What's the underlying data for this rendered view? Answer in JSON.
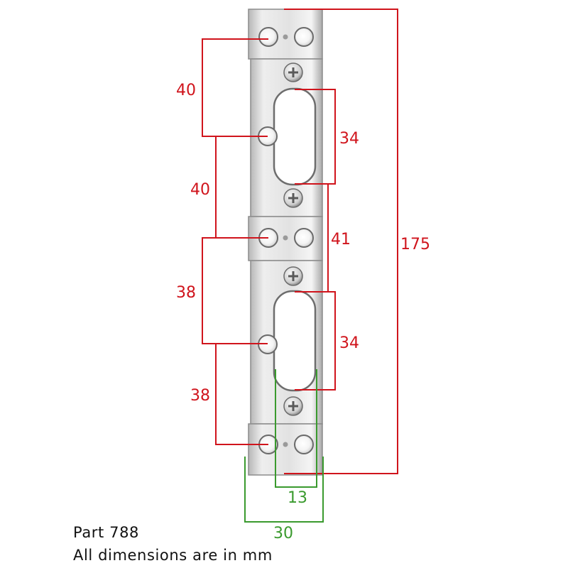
{
  "part_label": "Part 788",
  "units_note": "All dimensions are in mm",
  "colors": {
    "dimension_red": "#d0141c",
    "dimension_green": "#3a9a2e",
    "metal_light": "#e4e4e4",
    "metal_dark": "#8a8a8a"
  },
  "dimensions": {
    "left_hole_spacings": [
      "40",
      "40",
      "38",
      "38"
    ],
    "slot_lengths": [
      "34",
      "34"
    ],
    "slot_gap": "41",
    "overall_length": "175",
    "slot_width": "13",
    "plate_width": "30"
  }
}
